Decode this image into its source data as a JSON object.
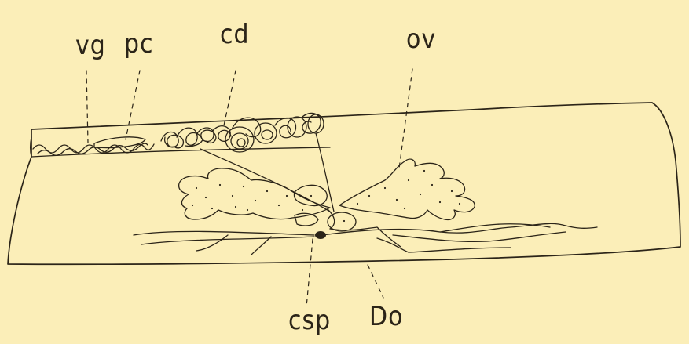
{
  "figure": {
    "labels": {
      "vg": "vg",
      "pc": "pc",
      "cd": "cd",
      "ov": "ov",
      "csp": "csp",
      "do": "Do"
    }
  }
}
